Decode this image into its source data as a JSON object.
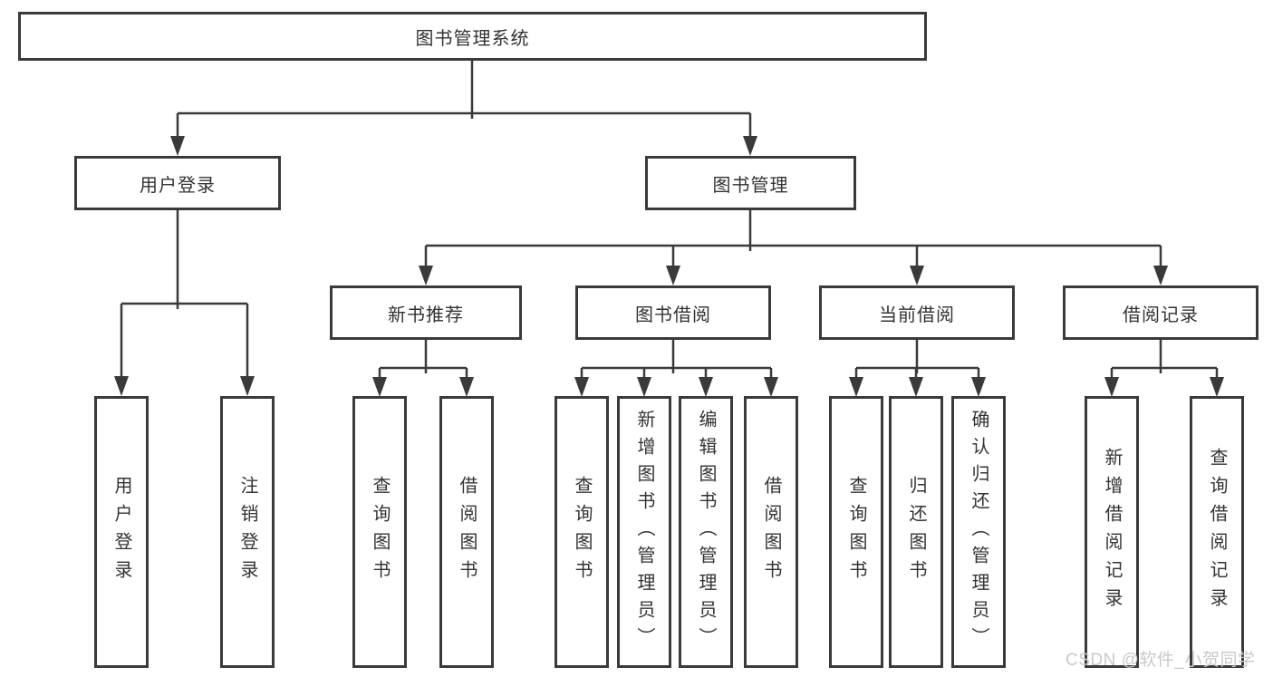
{
  "root": {
    "label": "图书管理系统"
  },
  "level2": {
    "user_login": {
      "label": "用户登录"
    },
    "book_mgmt": {
      "label": "图书管理"
    }
  },
  "level3": {
    "new_book_recommend": {
      "label": "新书推荐"
    },
    "book_borrow": {
      "label": "图书借阅"
    },
    "current_borrow": {
      "label": "当前借阅"
    },
    "borrow_record": {
      "label": "借阅记录"
    }
  },
  "leaves": {
    "login": {
      "label": "用户登录"
    },
    "logout": {
      "label": "注销登录"
    },
    "nb_query_books": {
      "label": "查询图书"
    },
    "nb_borrow_books": {
      "label": "借阅图书"
    },
    "bb_query_books": {
      "label": "查询图书"
    },
    "bb_add_books_admin": {
      "label": "新增图书（管理员）"
    },
    "bb_edit_books_admin": {
      "label": "编辑图书（管理员）"
    },
    "bb_borrow_books": {
      "label": "借阅图书"
    },
    "cb_query_books": {
      "label": "查询图书"
    },
    "cb_return_books": {
      "label": "归还图书"
    },
    "cb_confirm_return_admin": {
      "label": "确认归还（管理员）"
    },
    "br_add_record": {
      "label": "新增借阅记录"
    },
    "br_query_record": {
      "label": "查询借阅记录"
    }
  },
  "edges": [
    {
      "parent": "图书管理系统",
      "children": [
        "用户登录",
        "图书管理"
      ]
    },
    {
      "parent": "用户登录",
      "children": [
        "用户登录",
        "注销登录"
      ]
    },
    {
      "parent": "图书管理",
      "children": [
        "新书推荐",
        "图书借阅",
        "当前借阅",
        "借阅记录"
      ]
    },
    {
      "parent": "新书推荐",
      "children": [
        "查询图书",
        "借阅图书"
      ]
    },
    {
      "parent": "图书借阅",
      "children": [
        "查询图书",
        "新增图书（管理员）",
        "编辑图书（管理员）",
        "借阅图书"
      ]
    },
    {
      "parent": "当前借阅",
      "children": [
        "查询图书",
        "归还图书",
        "确认归还（管理员）"
      ]
    },
    {
      "parent": "借阅记录",
      "children": [
        "新增借阅记录",
        "查询借阅记录"
      ]
    }
  ],
  "watermark": {
    "label": "CSDN @软件_小贺同学"
  },
  "colors": {
    "line": "#3a3a3a",
    "text": "#333333",
    "box_fill": "#ffffff",
    "background": "#ffffff",
    "watermark_text": "#c9c9c9"
  }
}
